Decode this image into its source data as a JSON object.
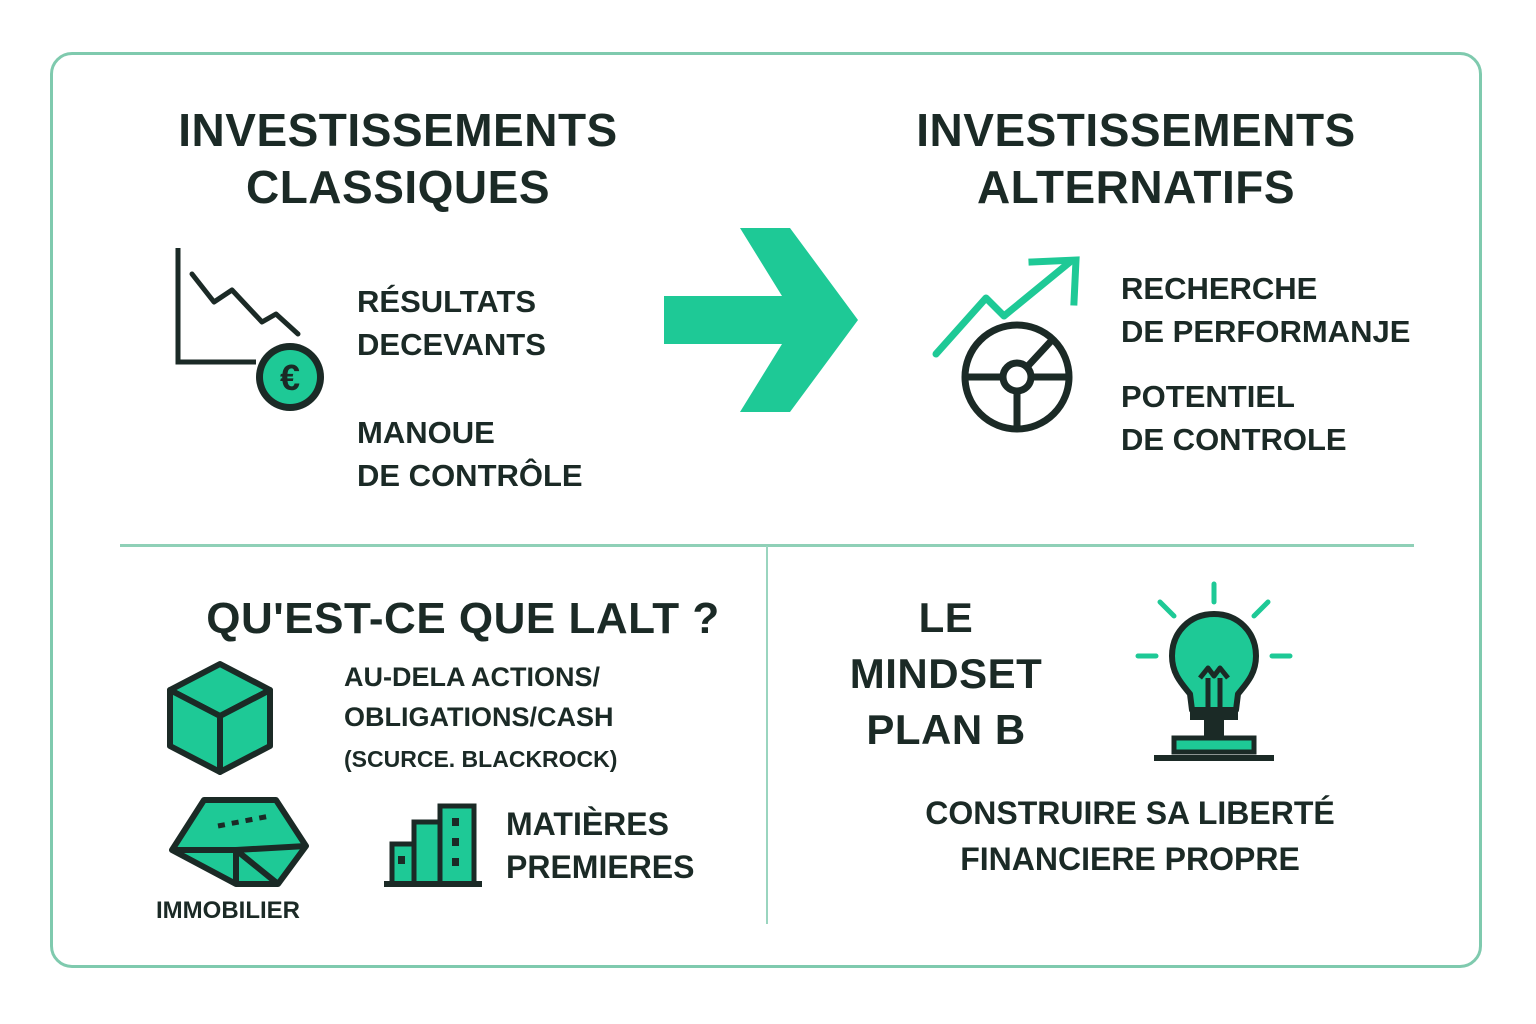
{
  "colors": {
    "accent": "#1ec996",
    "dark": "#1b2a26",
    "frame": "#7fcaae"
  },
  "classic": {
    "title": [
      "INVESTISSEMENTS",
      "CLASSIQUES"
    ],
    "point1": [
      "RÉSULTATS",
      "DECEVANTS"
    ],
    "point2": [
      "MANOUE",
      "DE CONTRÔLE"
    ],
    "icon": "declining-chart-euro-coin-icon",
    "coin_symbol": "€"
  },
  "arrow_icon": "right-arrow-icon",
  "alternative": {
    "title": [
      "INVESTISSEMENTS",
      "ALTERNATIFS"
    ],
    "point1": [
      "RECHERCHE",
      "DE PERFORMANJE"
    ],
    "point2": [
      "POTENTIEL",
      "DE CONTROLE"
    ],
    "icon": "rising-arrow-steering-wheel-icon"
  },
  "alt_section": {
    "title": "QU'EST-CE QUE LALT ?",
    "description": [
      "AU-DELA ACTIONS/",
      "OBLIGATIONS/CASH"
    ],
    "source": "(SCURCE. BLACKROCK)",
    "cube_icon": "cube-icon",
    "gold_icon": "gold-bar-icon",
    "gold_label": "IMMOBILIER",
    "building_icon": "buildings-icon",
    "building_label": [
      "MATIÈRES",
      "PREMIERES"
    ]
  },
  "mindset": {
    "title": [
      "LE",
      "MINDSET",
      "PLAN B"
    ],
    "icon": "lightbulb-icon",
    "caption": [
      "CONSTRUIRE SA LIBERTÉ",
      "FINANCIERE PROPRE"
    ]
  }
}
